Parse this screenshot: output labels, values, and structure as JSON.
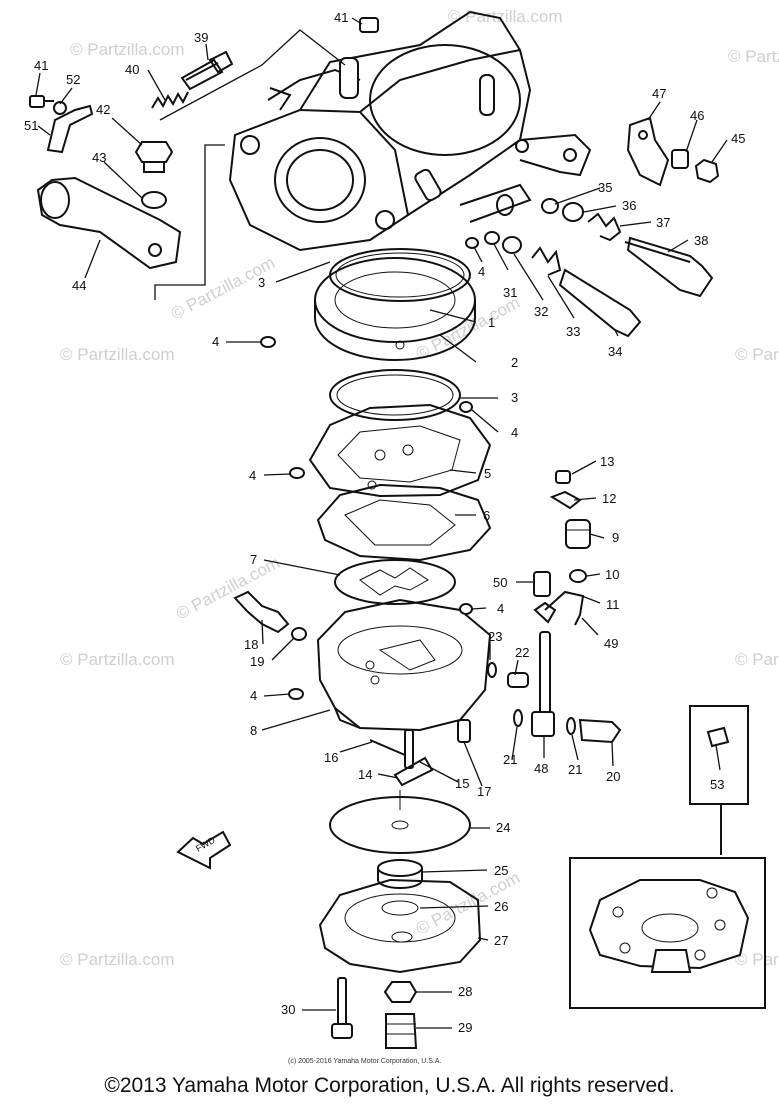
{
  "watermark": "© Partzilla.com",
  "small_copyright": "(c) 2005-2016 Yamaha Motor Corporation, U.S.A.",
  "copyright": "©2013 Yamaha Motor Corporation, U.S.A. All rights reserved.",
  "direction_label": "FWD",
  "callouts": {
    "c1": "1",
    "c2": "2",
    "c3a": "3",
    "c3b": "3",
    "c4a": "4",
    "c4b": "4",
    "c4c": "4",
    "c4d": "4",
    "c4e": "4",
    "c4f": "4",
    "c5": "5",
    "c6": "6",
    "c7": "7",
    "c8": "8",
    "c9": "9",
    "c10": "10",
    "c11": "11",
    "c12": "12",
    "c13": "13",
    "c14": "14",
    "c15": "15",
    "c16": "16",
    "c17": "17",
    "c18": "18",
    "c19": "19",
    "c20": "20",
    "c21a": "21",
    "c21b": "21",
    "c22": "22",
    "c23": "23",
    "c24": "24",
    "c25": "25",
    "c26": "26",
    "c27": "27",
    "c28": "28",
    "c29": "29",
    "c30": "30",
    "c31": "31",
    "c32": "32",
    "c33": "33",
    "c34": "34",
    "c35": "35",
    "c36": "36",
    "c37": "37",
    "c38": "38",
    "c39": "39",
    "c40": "40",
    "c41a": "41",
    "c41b": "41",
    "c42": "42",
    "c43": "43",
    "c44": "44",
    "c45": "45",
    "c46": "46",
    "c47": "47",
    "c48": "48",
    "c49": "49",
    "c50": "50",
    "c51": "51",
    "c52": "52",
    "c53": "53"
  }
}
